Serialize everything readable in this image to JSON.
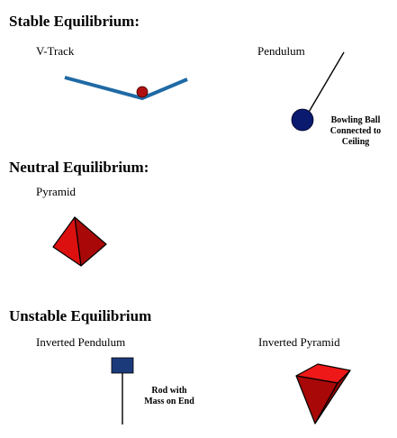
{
  "sections": {
    "stable": {
      "heading": "Stable Equilibrium:",
      "v_track_label": "V-Track",
      "pendulum_label": "Pendulum",
      "pendulum_note": [
        "Bowling Ball",
        "Connected to",
        "Ceiling"
      ]
    },
    "neutral": {
      "heading": "Neutral Equilibrium:",
      "pyramid_label": "Pyramid"
    },
    "unstable": {
      "heading": "Unstable Equilibrium",
      "inverted_pendulum_label": "Inverted Pendulum",
      "inverted_pendulum_note": [
        "Rod with",
        "Mass on End"
      ],
      "inverted_pyramid_label": "Inverted Pyramid"
    }
  },
  "colors": {
    "track": "#1f6aa5",
    "small_ball": "#b01010",
    "bowling_ball": "#0a1a6e",
    "mass_block": "#1b3a7a",
    "pyramid_light": "#dd1010",
    "pyramid_dark": "#a80808",
    "pyramid_top": "#ee1818",
    "pyramid_side": "#8a0606"
  }
}
